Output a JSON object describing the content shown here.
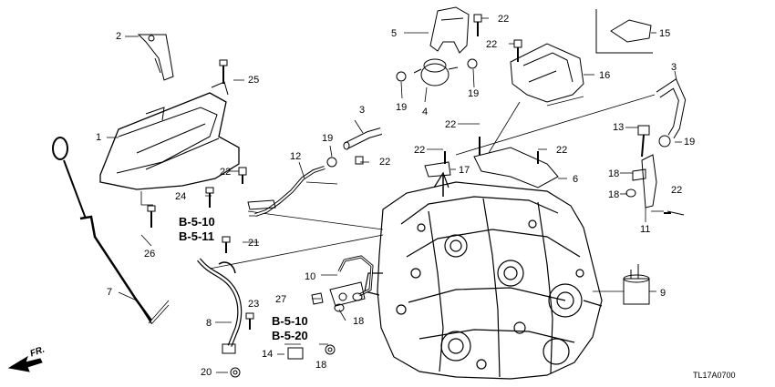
{
  "callouts": [
    {
      "id": "c1",
      "text": "1"
    },
    {
      "id": "c2",
      "text": "2"
    },
    {
      "id": "c3a",
      "text": "3"
    },
    {
      "id": "c3b",
      "text": "3"
    },
    {
      "id": "c4",
      "text": "4"
    },
    {
      "id": "c5",
      "text": "5"
    },
    {
      "id": "c6",
      "text": "6"
    },
    {
      "id": "c7",
      "text": "7"
    },
    {
      "id": "c8",
      "text": "8"
    },
    {
      "id": "c9",
      "text": "9"
    },
    {
      "id": "c10",
      "text": "10"
    },
    {
      "id": "c11",
      "text": "11"
    },
    {
      "id": "c12",
      "text": "12"
    },
    {
      "id": "c13",
      "text": "13"
    },
    {
      "id": "c14",
      "text": "14"
    },
    {
      "id": "c15",
      "text": "15"
    },
    {
      "id": "c16",
      "text": "16"
    },
    {
      "id": "c17",
      "text": "17"
    },
    {
      "id": "c18a",
      "text": "18"
    },
    {
      "id": "c18b",
      "text": "18"
    },
    {
      "id": "c18c",
      "text": "18"
    },
    {
      "id": "c18d",
      "text": "18"
    },
    {
      "id": "c19a",
      "text": "19"
    },
    {
      "id": "c19b",
      "text": "19"
    },
    {
      "id": "c19c",
      "text": "19"
    },
    {
      "id": "c19d",
      "text": "19"
    },
    {
      "id": "c20",
      "text": "20"
    },
    {
      "id": "c21",
      "text": "21"
    },
    {
      "id": "c22a",
      "text": "22"
    },
    {
      "id": "c22b",
      "text": "22"
    },
    {
      "id": "c22c",
      "text": "22"
    },
    {
      "id": "c22d",
      "text": "22"
    },
    {
      "id": "c22e",
      "text": "22"
    },
    {
      "id": "c22f",
      "text": "22"
    },
    {
      "id": "c22g",
      "text": "22"
    },
    {
      "id": "c22h",
      "text": "22"
    },
    {
      "id": "c23",
      "text": "23"
    },
    {
      "id": "c24",
      "text": "24"
    },
    {
      "id": "c25",
      "text": "25"
    },
    {
      "id": "c26",
      "text": "26"
    },
    {
      "id": "c27",
      "text": "27"
    }
  ],
  "references": {
    "ref1a": "B-5-10",
    "ref1b": "B-5-11",
    "ref2a": "B-5-10",
    "ref2b": "B-5-20"
  },
  "direction": "FR.",
  "diagram_code": "TL17A0700"
}
